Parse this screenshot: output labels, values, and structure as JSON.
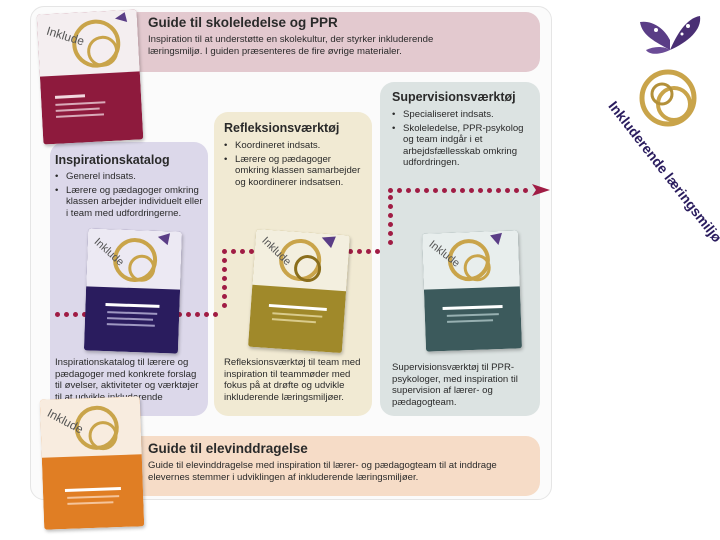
{
  "guide_ppr": {
    "title": "Guide til skoleledelse og PPR",
    "text": "Inspiration til at understøtte en skolekultur, der styrker inkluderende læringsmiljø. I guiden præsenteres de fire øvrige materialer."
  },
  "inspirationskatalog": {
    "title": "Inspirationskatalog",
    "bullets": [
      "Generel indsats.",
      "Lærere og pædagoger omkring klassen arbejder individuelt eller i team med udfordringerne."
    ],
    "caption": "Inspirationskatalog til lærere og pædagoger med konkrete forslag til øvelser, aktiviteter og værktøjer til at udvikle inkluderende læringsmiljøer."
  },
  "refleksionsvaerktoej": {
    "title": "Refleksionsværktøj",
    "bullets": [
      "Koordineret indsats.",
      "Lærere og pædagoger omkring klassen samarbejder og koordinerer indsatsen."
    ],
    "caption": "Refleksionsværktøj til team med inspiration til teammøder med fokus på at drøfte og udvikle inkluderende læringsmiljøer."
  },
  "supervisionsvaerktoej": {
    "title": "Supervisionsværktøj",
    "bullets": [
      "Specialiseret indsats.",
      "Skoleledelse, PPR-psykolog og team indgår i et arbejdsfællesskab omkring udfordringen."
    ],
    "caption": "Supervisionsværktøj til PPR-psykologer, med inspiration til supervision af lærer- og pædagogteam."
  },
  "guide_elev": {
    "title": "Guide til elevinddragelse",
    "text": "Guide til elevinddragelse med inspiration til lærer- og pædagogteam til at inddrage elevernes stemmer i udviklingen af inkluderende læringsmiljøer."
  },
  "logo": {
    "text": "Inkluderende læringsmiljø"
  },
  "colors": {
    "guide_ppr_box": "#e3c9cf",
    "inspiration_box": "#dcd8ea",
    "refleksion_box": "#f1ead3",
    "supervision_box": "#dce3e2",
    "elev_box": "#f6dcc7",
    "dots": "#a01c44",
    "cover_red": "#8e1a3d",
    "cover_purple": "#2a1c5e",
    "cover_olive": "#a0892a",
    "cover_teal": "#3c5a5c",
    "cover_orange": "#e07e24",
    "butterfly": "#5a3d86",
    "ring_gold": "#c9a44a"
  }
}
